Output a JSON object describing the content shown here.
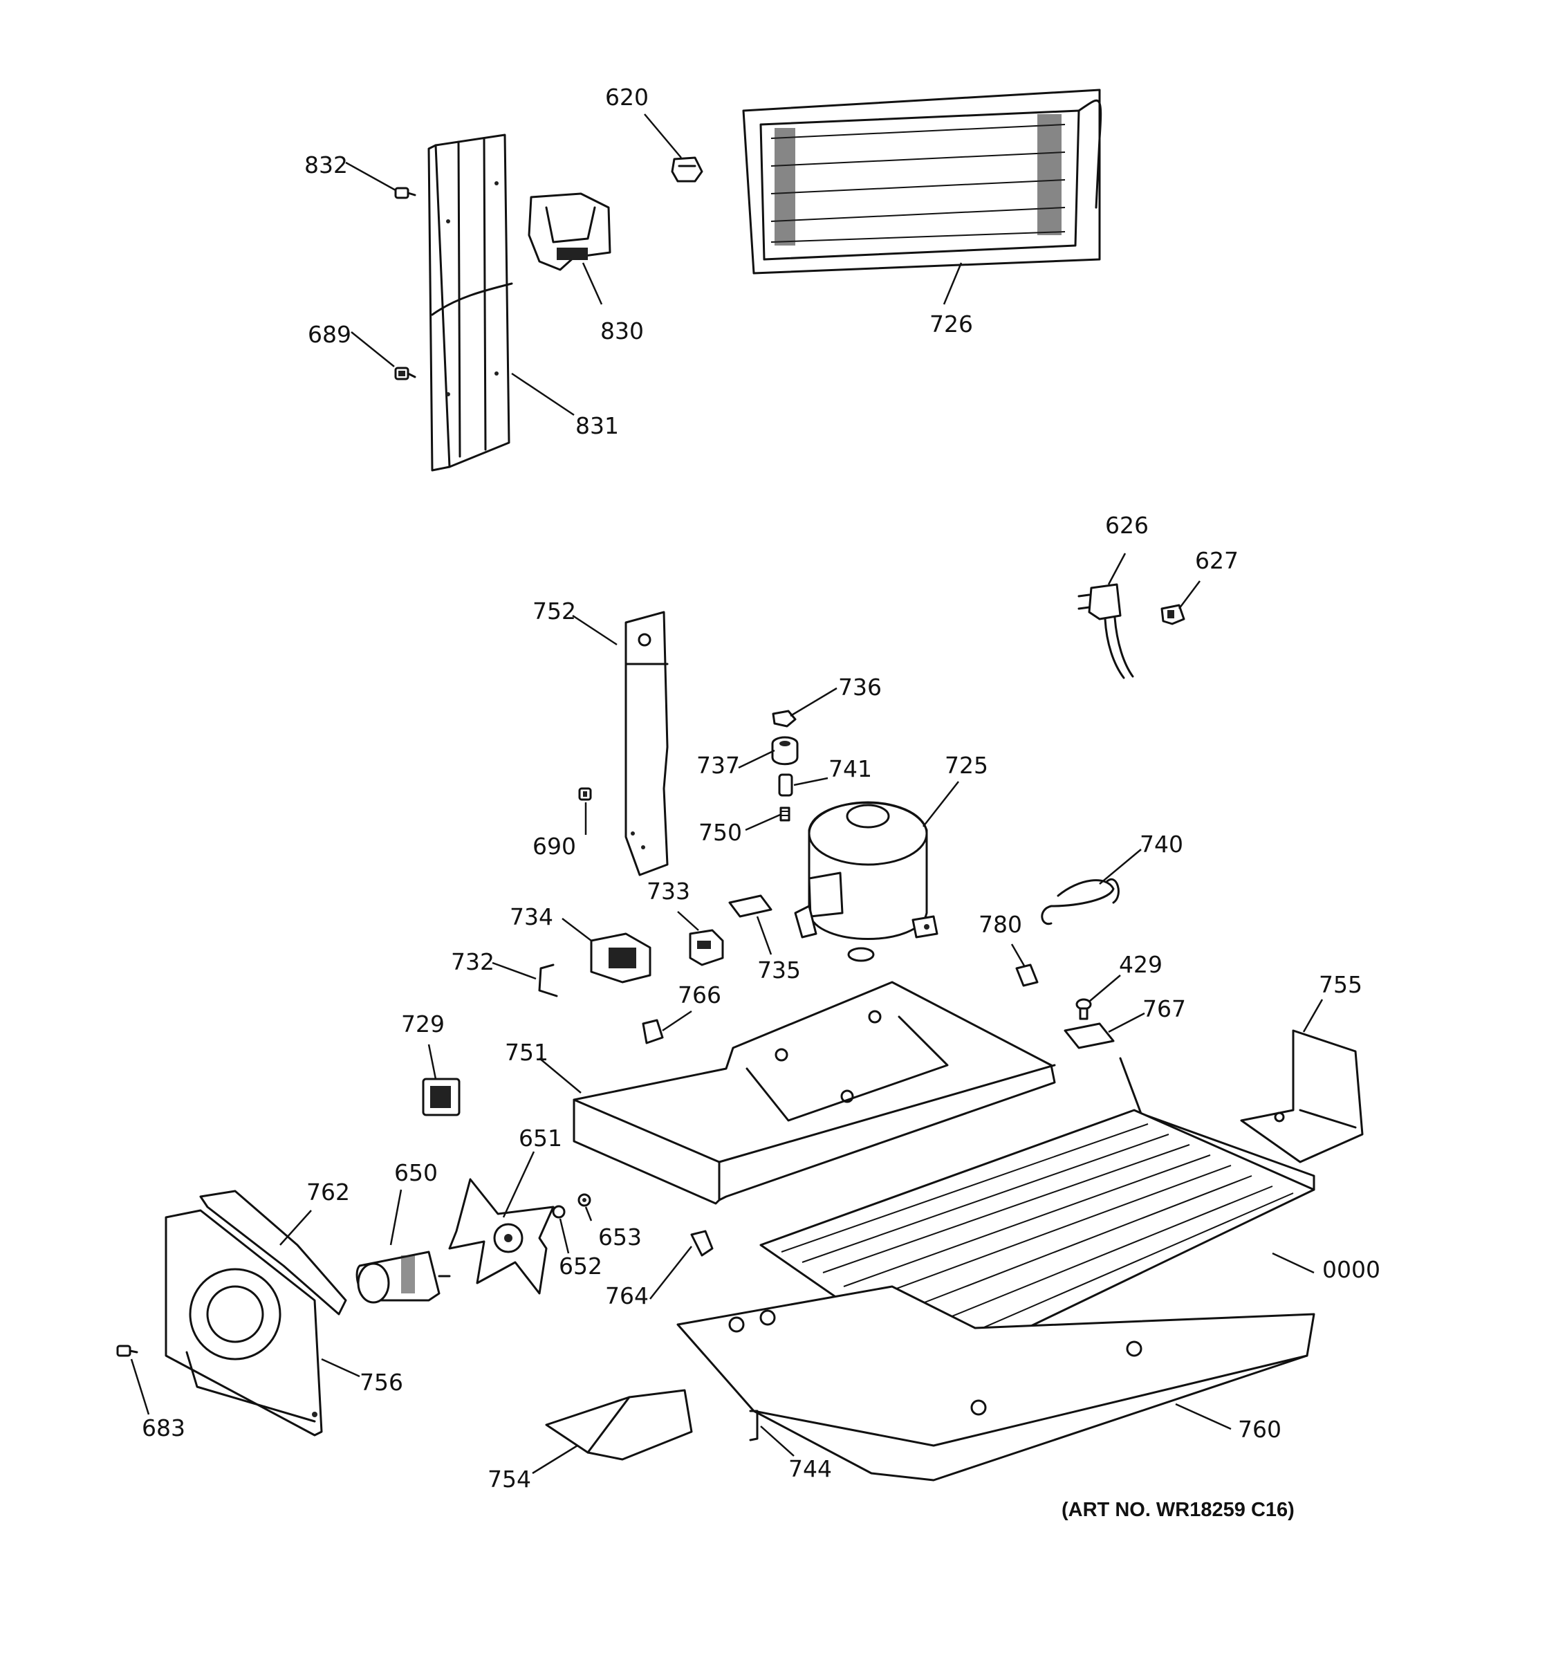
{
  "callouts": {
    "c620": "620",
    "c832": "832",
    "c726": "726",
    "c830": "830",
    "c689": "689",
    "c831": "831",
    "c626": "626",
    "c627": "627",
    "c752": "752",
    "c736": "736",
    "c737": "737",
    "c741": "741",
    "c725": "725",
    "c690": "690",
    "c750": "750",
    "c740": "740",
    "c733": "733",
    "c734": "734",
    "c735": "735",
    "c780": "780",
    "c732": "732",
    "c429": "429",
    "c766": "766",
    "c767": "767",
    "c755": "755",
    "c729": "729",
    "c751": "751",
    "c651": "651",
    "c650": "650",
    "c762": "762",
    "c653": "653",
    "c652": "652",
    "c764": "764",
    "c0000": "0000",
    "c756": "756",
    "c683": "683",
    "c760": "760",
    "c754": "754",
    "c744": "744"
  },
  "art_number": "(ART NO. WR18259 C16)"
}
